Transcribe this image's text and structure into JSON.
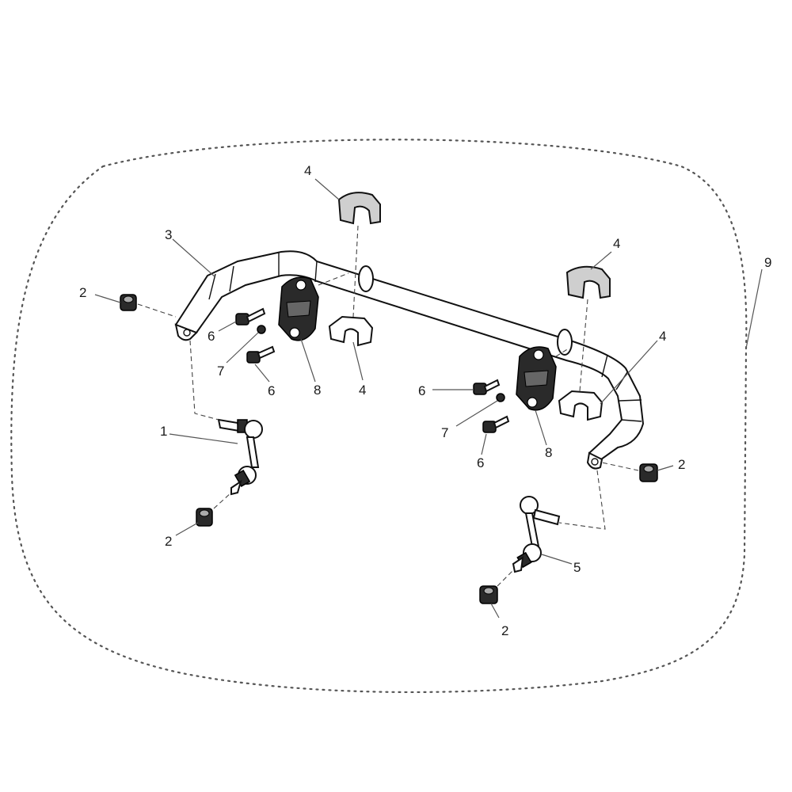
{
  "callouts": {
    "link_left": "1",
    "nut_left_top": "2",
    "nut_left_bottom": "2",
    "nut_right_top": "2",
    "nut_right_bottom": "2",
    "stabilizer_bar": "3",
    "bushing_left_top": "4",
    "bushing_left_bottom": "4",
    "bushing_right_top": "4",
    "bushing_right_bottom": "4",
    "link_right": "5",
    "bolt_left_top": "6",
    "bolt_left_bottom": "6",
    "bolt_right_top": "6",
    "bolt_right_bottom": "6",
    "pin_left": "7",
    "pin_right": "8",
    "pin_right_7": "7",
    "bracket_left": "8",
    "kit_outline": "9"
  }
}
